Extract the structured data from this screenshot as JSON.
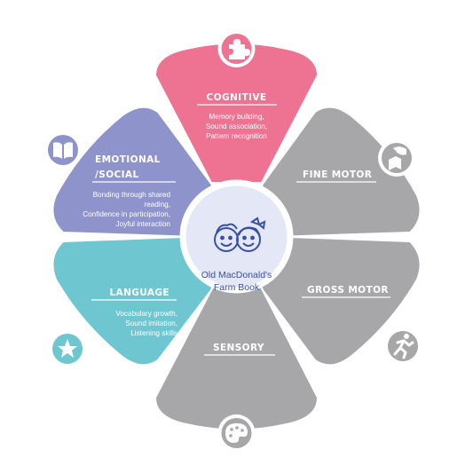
{
  "center": {
    "title_line1": "Old MacDonald's",
    "title_line2": "Farm Book",
    "icon": "kids-faces-icon"
  },
  "colors": {
    "cognitive": "#ee7393",
    "fine_motor": "#a7a7a9",
    "gross_motor": "#a7a7a9",
    "sensory": "#a7a7a9",
    "language": "#6dc6d0",
    "emotional_social": "#8e94cb",
    "center_fill": "#e3e7f6",
    "center_text": "#3b4fa3"
  },
  "segments": {
    "cognitive": {
      "title": "COGNITIVE",
      "lines": [
        "Memory building,",
        "Sound association,",
        "Pattern recognition"
      ],
      "icon": "puzzle-piece-icon"
    },
    "fine_motor": {
      "title": "FINE MOTOR",
      "icon": "hand-block-icon"
    },
    "gross_motor": {
      "title": "GROSS MOTOR",
      "icon": "running-person-icon"
    },
    "sensory": {
      "title": "SENSORY",
      "icon": "paint-palette-icon"
    },
    "language": {
      "title": "LANGUAGE",
      "lines": [
        "Vocabulary growth,",
        "Sound imitation,",
        "Listening skills"
      ],
      "icon": "star-icon"
    },
    "emotional_social": {
      "title_line1": "EMOTIONAL",
      "title_line2": "/SOCIAL",
      "lines": [
        "Bonding through shared",
        "reading,",
        "Confidence in participation,",
        "Joyful interaction"
      ],
      "icon": "open-book-icon"
    }
  }
}
